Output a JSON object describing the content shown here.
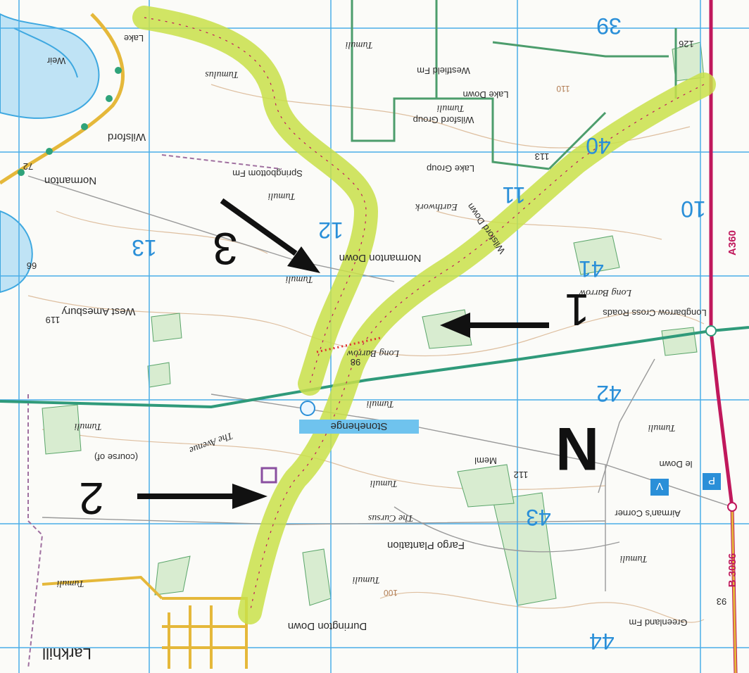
{
  "map": {
    "colors": {
      "paper": "#fbfbf8",
      "grid": "#4aaee8",
      "route": "#c9e04a",
      "road_a": "#c0185c",
      "road_b": "#e5b83a",
      "green_track": "#2f9a7a",
      "woodland": "#d8ecd0",
      "river": "#3ea8e0",
      "contour": "#d7b08a"
    },
    "grid_numbers": {
      "col_13": "13",
      "col_12": "12",
      "col_11": "11",
      "col_10": "10",
      "row_39": "39",
      "row_40": "40",
      "row_41": "41",
      "row_42": "42",
      "row_43": "43",
      "row_44": "44"
    },
    "roads": {
      "a360": "A360",
      "b3086": "B 3086"
    },
    "places": {
      "larkhill": "Larkhill",
      "durrington_down": "Durrington Down",
      "fargo_plantation": "Fargo Plantation",
      "stonehenge": "Stonehenge",
      "the_avenue": "The Avenue",
      "course_of": "(course of)",
      "the_cursus": "The Cursus",
      "west_amesbury": "West Amesbury",
      "normanton": "Normanton",
      "wilsford": "Wilsford",
      "springbottom_fm": "Springbottom Fm",
      "normanton_down": "Normanton Down",
      "wilsford_down": "Wilsford Down",
      "lake_down": "Lake Down",
      "lake": "Lake",
      "weir": "Weir",
      "westfield_fm": "Westfield Fm",
      "wilsford_group": "Wilsford Group",
      "lake_group": "Lake Group",
      "longbarrow_cross_roads": "Longbarrow Cross Roads",
      "long_barrow_1": "Long Barrow",
      "long_barrow_2": "Long Barrow",
      "greenland_fm": "Greenland Fm",
      "airmans_corner": "Airman's Corner",
      "meml": "Meml",
      "the_down": "le Down",
      "earthwork": "Earthwork"
    },
    "tumuli": {
      "t1": "Tumuli",
      "t2": "Tumuli",
      "t3": "Tumuli",
      "t4": "Tumuli",
      "t5": "Tumuli",
      "t6": "Tumuli",
      "t7": "Tumuli",
      "t8": "Tumuli",
      "t9": "Tumuli",
      "t10": "Tumuli",
      "t11": "Tumuli",
      "t12": "Tumulus"
    },
    "heights": {
      "h119": "119",
      "h98": "98",
      "h112": "112",
      "h113": "113",
      "h126": "126",
      "h93": "93",
      "h72": "72",
      "h66": "66",
      "h110": "110",
      "h100": "100"
    },
    "annotations": {
      "arrow_1": "1",
      "arrow_2": "2",
      "arrow_3": "3",
      "north": "N"
    },
    "symbols": {
      "visitor_centre": "V",
      "parking": "P"
    }
  }
}
